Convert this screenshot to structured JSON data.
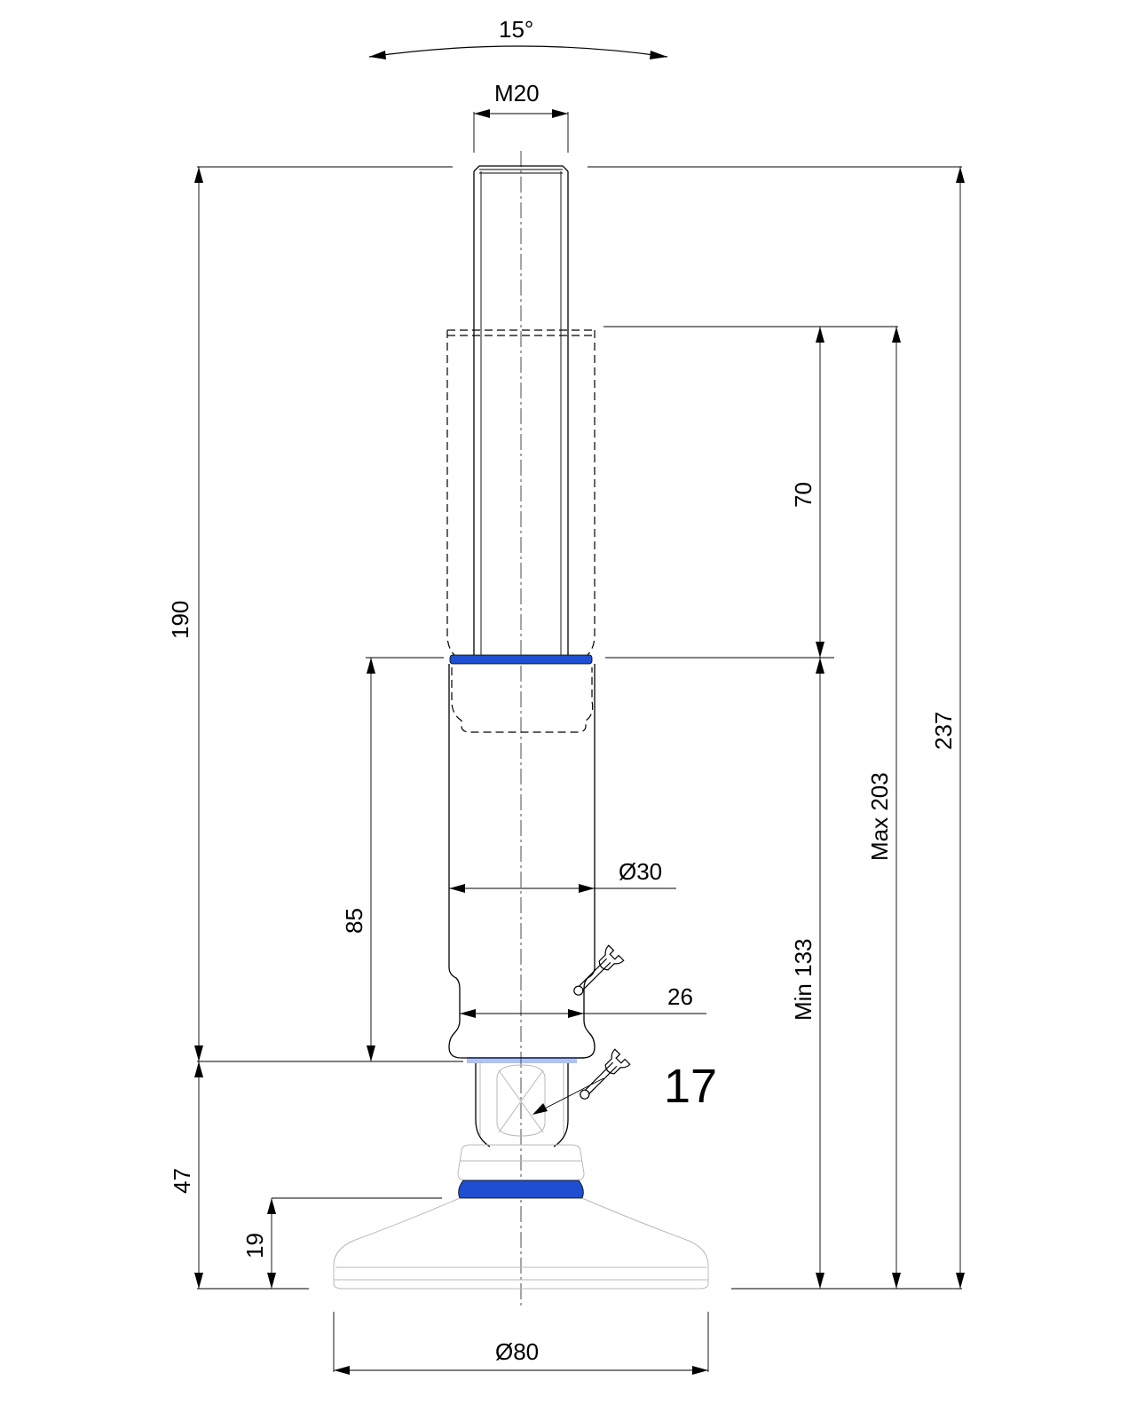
{
  "colors": {
    "line": "#000000",
    "seal_blue": "#1f4fd1"
  },
  "dimensions": {
    "tilt_angle": "15°",
    "thread": "M20",
    "overall_height": "237",
    "max_height": "Max 203",
    "min_height": "Min 133",
    "adjust_travel": "70",
    "body_height": "190",
    "tube_length": "85",
    "tube_diameter": "Ø30",
    "wrench_size_body": "26",
    "wrench_size_nut": "17",
    "base_height": "47",
    "foot_height": "19",
    "foot_diameter": "Ø80"
  },
  "icons": {
    "wrench_body": "wrench-icon",
    "wrench_nut": "wrench-icon"
  }
}
